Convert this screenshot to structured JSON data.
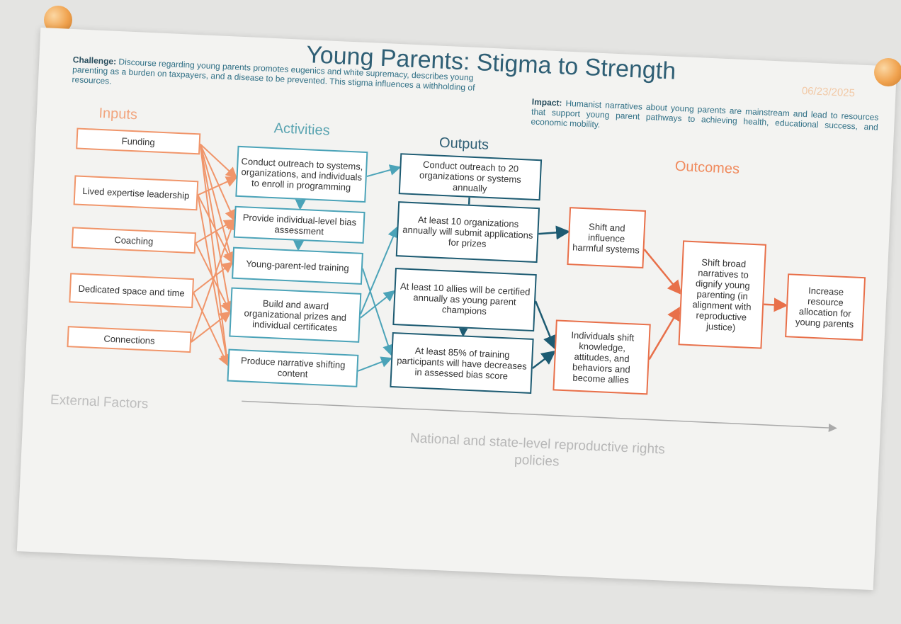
{
  "title": "Young Parents: Stigma to Strength",
  "date": "06/23/2025",
  "challenge": {
    "label": "Challenge:",
    "text": "Discourse regarding young parents promotes eugenics and white supremacy, describes young parenting as a burden on taxpayers, and a disease to be prevented. This stigma influences a withholding of resources."
  },
  "impact": {
    "label": "Impact:",
    "text": "Humanist narratives about young parents are mainstream and lead to resources that support young parent pathways to achieving health, educational success, and economic mobility."
  },
  "columns": {
    "inputs": "Inputs",
    "activities": "Activities",
    "outputs": "Outputs",
    "outcomes": "Outcomes"
  },
  "inputs": [
    "Funding",
    "Lived expertise leadership",
    "Coaching",
    "Dedicated space and time",
    "Connections"
  ],
  "activities": [
    "Conduct outreach to systems, organizations, and individuals to enroll in programming",
    "Provide individual-level bias assessment",
    "Young-parent-led training",
    "Build and award organizational prizes and individual certificates",
    "Produce narrative shifting content"
  ],
  "outputs": [
    "Conduct outreach to 20 organizations or systems annually",
    "At least 10 organizations annually will submit applications for prizes",
    "At least 10 allies will be certified annually as young parent champions",
    "At least 85% of training participants will have decreases in assessed bias score"
  ],
  "outcomes": [
    "Shift and influence harmful systems",
    "Individuals shift knowledge, attitudes, and behaviors and become allies",
    "Shift broad narratives to dignify young parenting (in alignment with reproductive justice)",
    "Increase resource allocation for young parents"
  ],
  "external": {
    "label": "External Factors",
    "policy": "National and state-level reproductive rights policies"
  },
  "colors": {
    "inputs": "#f0956a",
    "activities": "#4ba3b8",
    "outputs": "#1d5b72",
    "outcomes": "#e8704a"
  }
}
